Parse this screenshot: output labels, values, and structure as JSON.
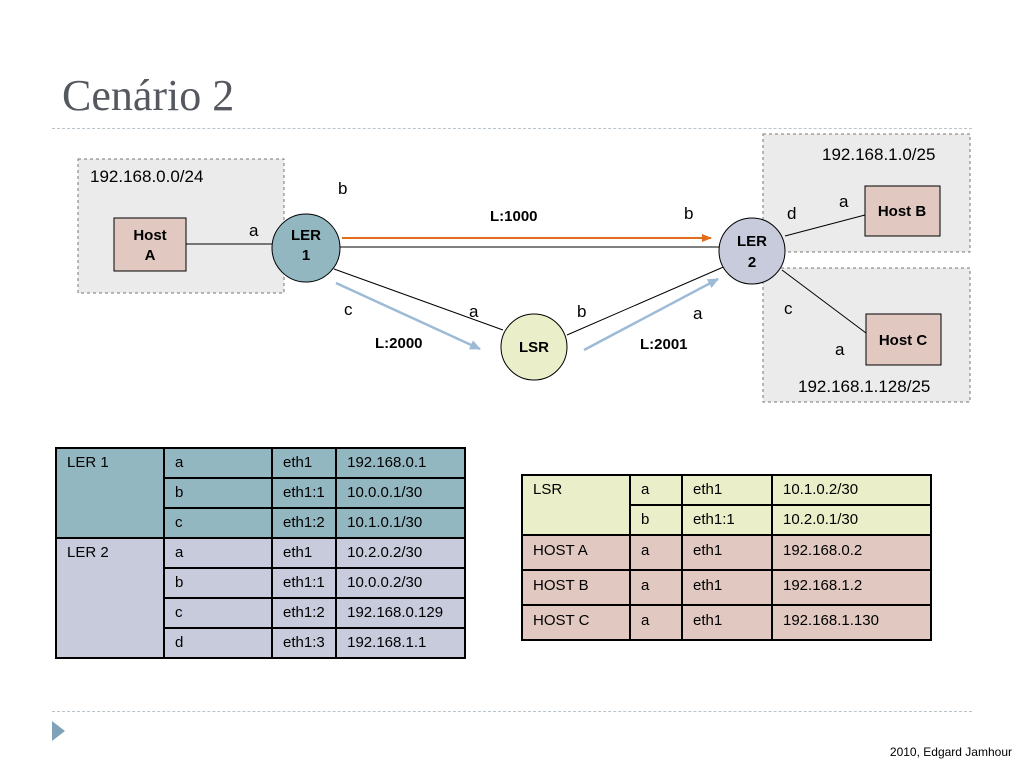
{
  "slide": {
    "title": "Cenário 2",
    "footer": "2010, Edgard Jamhour"
  },
  "diagram": {
    "networks": {
      "left": "192.168.0.0/24",
      "right_top": "192.168.1.0/25",
      "right_bottom": "192.168.1.128/25"
    },
    "hosts": {
      "a_line1": "Host",
      "a_line2": "A",
      "b": "Host B",
      "c": "Host C"
    },
    "routers": {
      "ler1_line1": "LER",
      "ler1_line2": "1",
      "ler2_line1": "LER",
      "ler2_line2": "2",
      "lsr": "LSR"
    },
    "interfaces": {
      "ler1_a": "a",
      "ler1_b": "b",
      "ler1_c": "c",
      "lsr_a": "a",
      "lsr_b": "b",
      "ler2_a": "a",
      "ler2_b": "b",
      "ler2_c": "c",
      "ler2_d": "d",
      "hostb_a": "a",
      "hostc_a": "a"
    },
    "labels": {
      "l1000": "L:1000",
      "l2000": "L:2000",
      "l2001": "L:2001"
    },
    "colors": {
      "label_arrow_orange": "#e46c1d",
      "label_arrow_blue": "#9dbbd6",
      "ler1_fill": "#93b7c0",
      "ler2_fill": "#c7cbdc",
      "lsr_fill": "#ebefc9",
      "host_fill": "#e1c9c1"
    }
  },
  "tables": {
    "left": [
      {
        "device": "LER 1",
        "rows": [
          {
            "if": "a",
            "eth": "eth1",
            "ip": "192.168.0.1"
          },
          {
            "if": "b",
            "eth": "eth1:1",
            "ip": "10.0.0.1/30"
          },
          {
            "if": "c",
            "eth": "eth1:2",
            "ip": "10.1.0.1/30"
          }
        ]
      },
      {
        "device": "LER 2",
        "rows": [
          {
            "if": "a",
            "eth": "eth1",
            "ip": "10.2.0.2/30"
          },
          {
            "if": "b",
            "eth": "eth1:1",
            "ip": "10.0.0.2/30"
          },
          {
            "if": "c",
            "eth": "eth1:2",
            "ip": "192.168.0.129"
          },
          {
            "if": "d",
            "eth": "eth1:3",
            "ip": "192.168.1.1"
          }
        ]
      }
    ],
    "right": [
      {
        "device": "LSR",
        "rows": [
          {
            "if": "a",
            "eth": "eth1",
            "ip": "10.1.0.2/30"
          },
          {
            "if": "b",
            "eth": "eth1:1",
            "ip": "10.2.0.1/30"
          }
        ]
      },
      {
        "device": "HOST A",
        "rows": [
          {
            "if": "a",
            "eth": "eth1",
            "ip": "192.168.0.2"
          }
        ]
      },
      {
        "device": "HOST B",
        "rows": [
          {
            "if": "a",
            "eth": "eth1",
            "ip": "192.168.1.2"
          }
        ]
      },
      {
        "device": "HOST C",
        "rows": [
          {
            "if": "a",
            "eth": "eth1",
            "ip": "192.168.1.130"
          }
        ]
      }
    ]
  }
}
